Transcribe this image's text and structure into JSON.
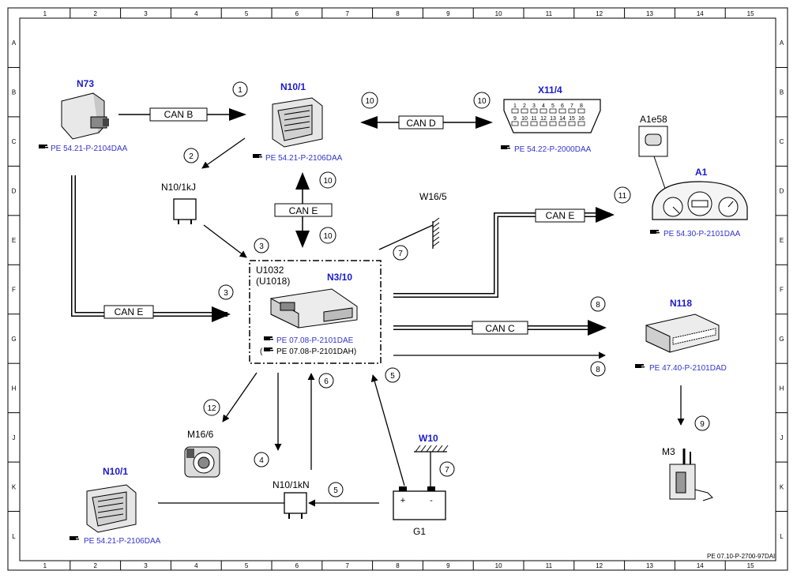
{
  "footer_code": "PE 07.10-P-2700-97DAI",
  "grid": {
    "columns": [
      "1",
      "2",
      "3",
      "4",
      "5",
      "6",
      "7",
      "8",
      "9",
      "10",
      "11",
      "12",
      "13",
      "14",
      "15"
    ],
    "rows": [
      "A",
      "B",
      "C",
      "D",
      "E",
      "F",
      "G",
      "H",
      "J",
      "K",
      "L"
    ]
  },
  "components": {
    "n73": {
      "code": "N73",
      "ref": "PE 54.21-P-2104DAA"
    },
    "n10_1_top": {
      "code": "N10/1",
      "ref": "PE 54.21-P-2106DAA"
    },
    "x11_4": {
      "code": "X11/4",
      "ref": "PE 54.22-P-2000DAA",
      "pins_top": [
        "1",
        "2",
        "3",
        "4",
        "5",
        "6",
        "7",
        "8"
      ],
      "pins_bottom": [
        "9",
        "10",
        "11",
        "12",
        "13",
        "14",
        "15",
        "16"
      ]
    },
    "a1e58": {
      "code": "A1e58"
    },
    "a1": {
      "code": "A1",
      "ref": "PE 54.30-P-2101DAA"
    },
    "n10_1kj": {
      "code": "N10/1kJ"
    },
    "w16_5": {
      "code": "W16/5"
    },
    "n3_10": {
      "code": "N3/10",
      "alt1": "U1032",
      "alt2": "(U1018)",
      "ref": "PE 07.08-P-2101DAE",
      "ref2_open": "(",
      "ref2": "PE 07.08-P-2101DAH)"
    },
    "n118": {
      "code": "N118",
      "ref": "PE 47.40-P-2101DAD"
    },
    "m3": {
      "code": "M3"
    },
    "m16_6": {
      "code": "M16/6"
    },
    "n10_1_bottom": {
      "code": "N10/1",
      "ref": "PE 54.21-P-2106DAA"
    },
    "n10_1kn": {
      "code": "N10/1kN"
    },
    "w10": {
      "code": "W10"
    },
    "g1": {
      "code": "G1",
      "plus": "+",
      "minus": "-"
    }
  },
  "buses": {
    "can_b": "CAN B",
    "can_d": "CAN D",
    "can_e_vertical": "CAN E",
    "can_e_left": "CAN E",
    "can_e_right": "CAN E",
    "can_c": "CAN C"
  },
  "markers": {
    "m1": "1",
    "m2": "2",
    "m3_top": "3",
    "m3_left": "3",
    "m4": "4",
    "m5_right": "5",
    "m5_bottom": "5",
    "m6": "6",
    "m7_w16": "7",
    "m7_w10": "7",
    "m8_top": "8",
    "m8_bottom": "8",
    "m9": "9",
    "m10_left": "10",
    "m10_right": "10",
    "m10_up": "10",
    "m10_down": "10",
    "m11": "11",
    "m12": "12"
  },
  "colors": {
    "code_blue": "#1a1acc",
    "ref_blue": "#3333cc"
  }
}
